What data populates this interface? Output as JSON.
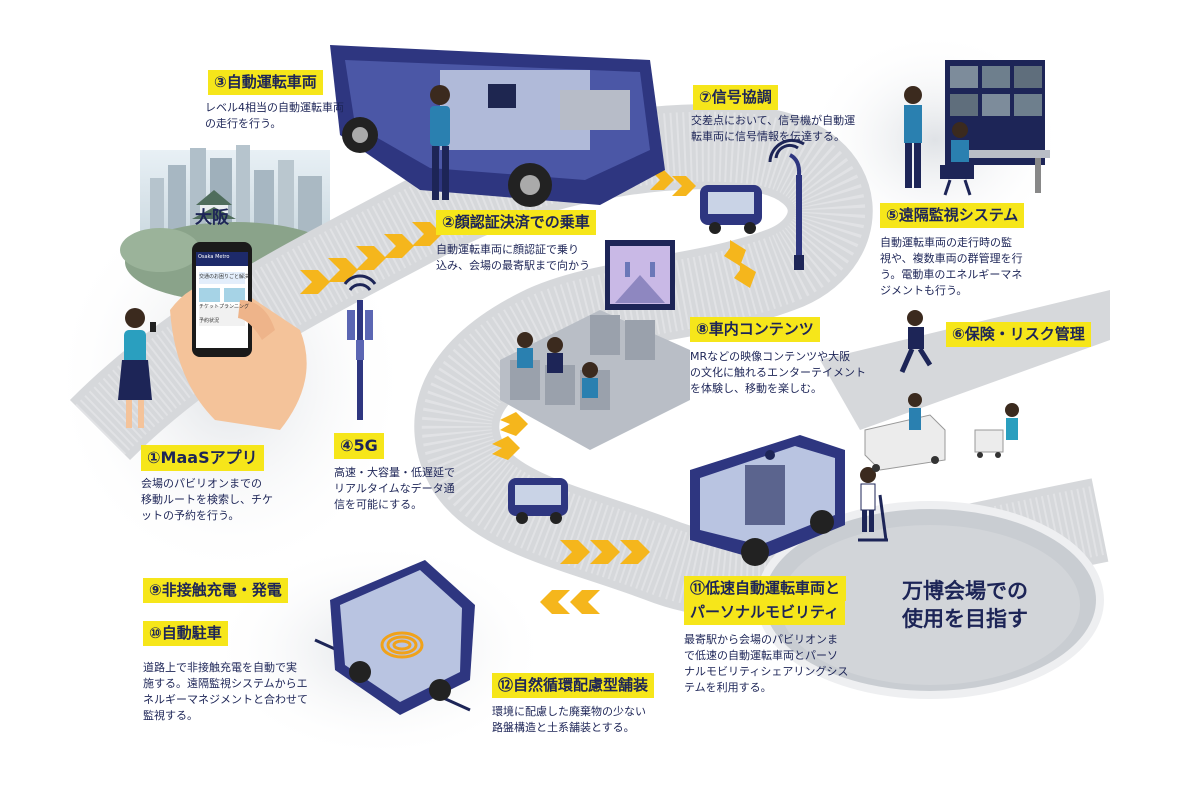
{
  "city_label": "大阪",
  "goal": {
    "line1": "万博会場での",
    "line2": "使用を目指す"
  },
  "phone": {
    "app_name": "Osaka Metro",
    "line1": "交通のお困りごと解決",
    "line2": "チケットプランニング",
    "line3": "予約状況"
  },
  "items": [
    {
      "label": "③自動運転車両",
      "desc": [
        "レベル4相当の自動運転車両",
        "の走行を行う。"
      ]
    },
    {
      "label": "②顔認証決済での乗車",
      "desc": [
        "自動運転車両に顔認証で乗り",
        "込み、会場の最寄駅まで向かう"
      ]
    },
    {
      "label": "⑦信号協調",
      "desc": [
        "交差点において、信号機が自動運",
        "転車両に信号情報を伝達する。"
      ]
    },
    {
      "label": "⑤遠隔監視システム",
      "desc": [
        "自動運転車両の走行時の監",
        "視や、複数車両の群管理を行",
        "う。電動車のエネルギーマネ",
        "ジメントも行う。"
      ]
    },
    {
      "label": "⑧車内コンテンツ",
      "desc": [
        "MRなどの映像コンテンツや大阪",
        "の文化に触れるエンターテイメント",
        "を体験し、移動を楽しむ。"
      ]
    },
    {
      "label": "⑥保険・リスク管理",
      "desc": []
    },
    {
      "label": "①MaaSアプリ",
      "desc": [
        "会場のパビリオンまでの",
        "移動ルートを検索し、チケ",
        "ットの予約を行う。"
      ]
    },
    {
      "label": "④5G",
      "desc": [
        "高速・大容量・低遅延で",
        "リアルタイムなデータ通",
        "信を可能にする。"
      ]
    },
    {
      "label": "⑨非接触充電・発電",
      "desc": []
    },
    {
      "label": "⑩自動駐車",
      "desc": [
        "道路上で非接触充電を自動で実",
        "施する。遠隔監視システムからエ",
        "ネルギーマネジメントと合わせて",
        "監視する。"
      ]
    },
    {
      "label": "⑪低速自動運転車両と",
      "label2": "パーソナルモビリティ",
      "desc": [
        "最寄駅から会場のパビリオンま",
        "で低速の自動運転車両とパーソ",
        "ナルモビリティシェアリングシス",
        "テムを利用する。"
      ]
    },
    {
      "label": "⑫自然循環配慮型舗装",
      "desc": [
        "環境に配慮した廃棄物の少ない",
        "路盤構造と土系舗装とする。"
      ]
    }
  ],
  "colors": {
    "navy": "#1d2557",
    "bus": "#2e3680",
    "accent_yellow": "#f6e61a",
    "arrow": "#f5b61c",
    "road": "#d6d8db",
    "worker": "#2a80b0"
  }
}
